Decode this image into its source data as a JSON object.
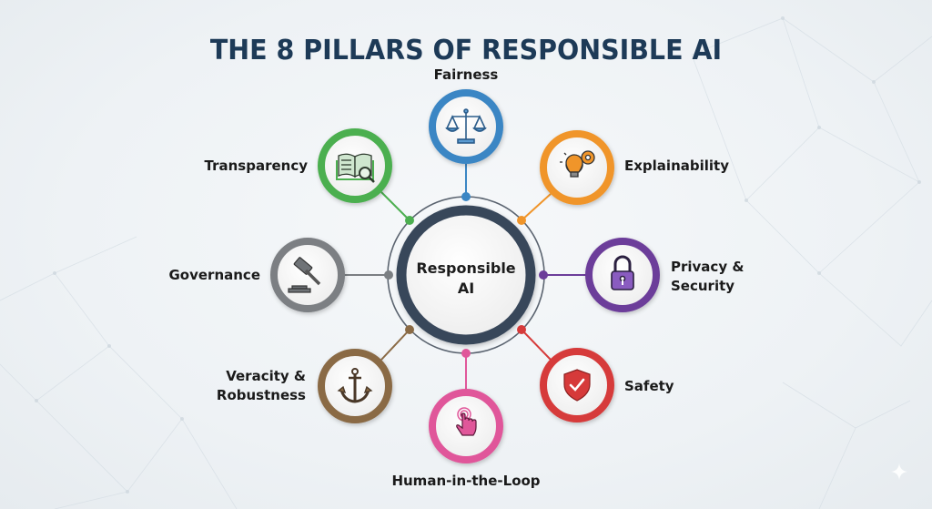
{
  "title": "THE 8 PILLARS OF RESPONSIBLE AI",
  "center": {
    "line1": "Responsible",
    "line2": "AI",
    "ring_color": "#37465a"
  },
  "pillars": [
    {
      "id": "fairness",
      "label_line1": "Fairness",
      "label_line2": "",
      "color": "#3b86c4",
      "icon": "scales-icon",
      "position": "top"
    },
    {
      "id": "explainability",
      "label_line1": "Explainability",
      "label_line2": "",
      "color": "#f0952a",
      "icon": "lightbulb-gear-icon",
      "position": "top-right"
    },
    {
      "id": "privacy-security",
      "label_line1": "Privacy &",
      "label_line2": "Security",
      "color": "#6c3d9a",
      "icon": "padlock-icon",
      "position": "right"
    },
    {
      "id": "safety",
      "label_line1": "Safety",
      "label_line2": "",
      "color": "#d63a3a",
      "icon": "shield-check-icon",
      "position": "bottom-right"
    },
    {
      "id": "human-in-the-loop",
      "label_line1": "Human-in-the-Loop",
      "label_line2": "",
      "color": "#e0579a",
      "icon": "touch-hand-icon",
      "position": "bottom"
    },
    {
      "id": "veracity-robustness",
      "label_line1": "Veracity &",
      "label_line2": "Robustness",
      "color": "#8a6a45",
      "icon": "anchor-icon",
      "position": "bottom-left"
    },
    {
      "id": "governance",
      "label_line1": "Governance",
      "label_line2": "",
      "color": "#7b7f83",
      "icon": "gavel-icon",
      "position": "left"
    },
    {
      "id": "transparency",
      "label_line1": "Transparency",
      "label_line2": "",
      "color": "#4caf50",
      "icon": "book-magnifier-icon",
      "position": "top-left"
    }
  ],
  "colors": {
    "title": "#1d3a57",
    "background": "#eef2f5"
  }
}
